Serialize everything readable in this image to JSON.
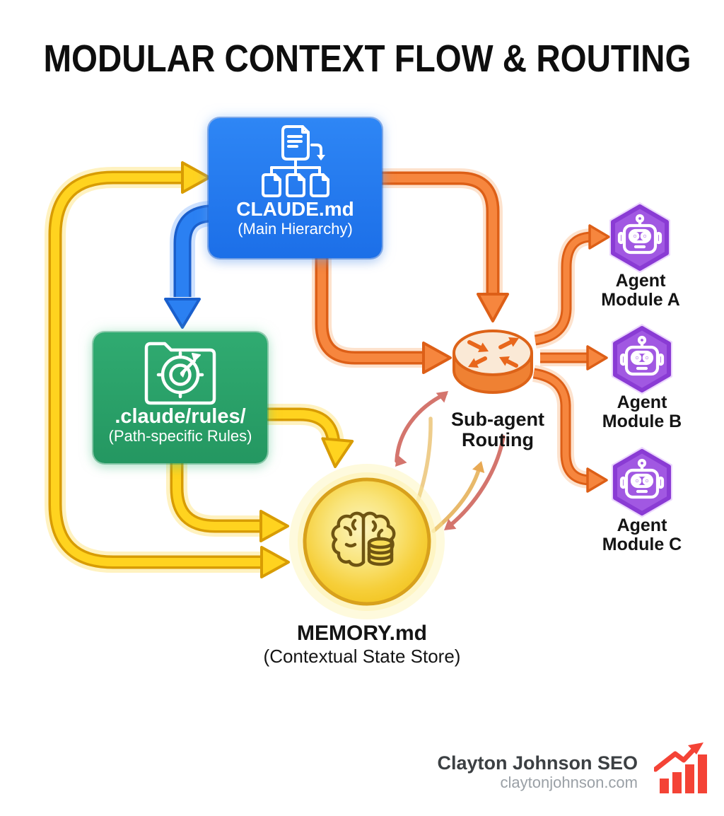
{
  "title": "MODULAR CONTEXT FLOW & ROUTING",
  "nodes": {
    "claude_md": {
      "label": "CLAUDE.md",
      "sublabel": "(Main Hierarchy)"
    },
    "rules": {
      "label": ".claude/rules/",
      "sublabel": "(Path-specific Rules)"
    },
    "memory": {
      "label": "MEMORY.md",
      "sublabel": "(Contextual State Store)"
    },
    "router": {
      "line1": "Sub-agent",
      "line2": "Routing"
    },
    "agents": [
      {
        "line1": "Agent",
        "line2": "Module A"
      },
      {
        "line1": "Agent",
        "line2": "Module B"
      },
      {
        "line1": "Agent",
        "line2": "Module C"
      }
    ]
  },
  "icons": {
    "claude_md": "document-hierarchy-icon",
    "rules": "folder-target-icon",
    "memory": "brain-database-icon",
    "router": "router-icon",
    "agents": "robot-icon",
    "footer": "growth-chart-icon"
  },
  "footer": {
    "brand": "Clayton Johnson SEO",
    "website": "claytonjohnson.com"
  },
  "colors": {
    "claude_box": "#2178F0",
    "rules_box": "#2BA46C",
    "memory_fill": "#F6CD2E",
    "memory_border": "#D8A11C",
    "router_orange": "#EF8133",
    "agent_purple": "#A158E2",
    "arrow_yellow": "#FFD31F",
    "arrow_yellow_border": "#D89C03",
    "arrow_orange": "#F6863E",
    "arrow_orange_border": "#DD5F17",
    "arrow_blue": "#2B80F2",
    "arrow_blue_border": "#1A5FCC",
    "feedback_rose": "#D4756D",
    "feedback_gold": "#EECD8C",
    "logo_red": "#F44336"
  }
}
